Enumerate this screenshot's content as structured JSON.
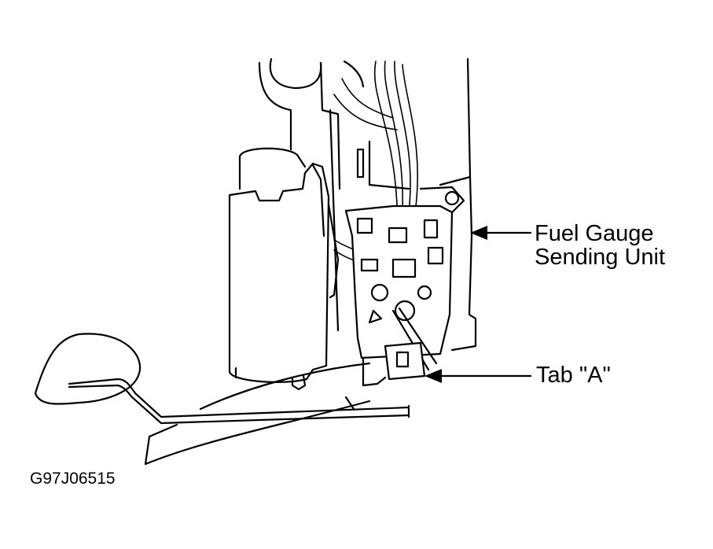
{
  "labels": {
    "fuel_gauge_line1": "Fuel Gauge",
    "fuel_gauge_line2": "Sending Unit",
    "tab_a": "Tab \"A\"",
    "figure_code": "G97J06515"
  },
  "colors": {
    "ink": "#000000",
    "background": "#ffffff"
  }
}
